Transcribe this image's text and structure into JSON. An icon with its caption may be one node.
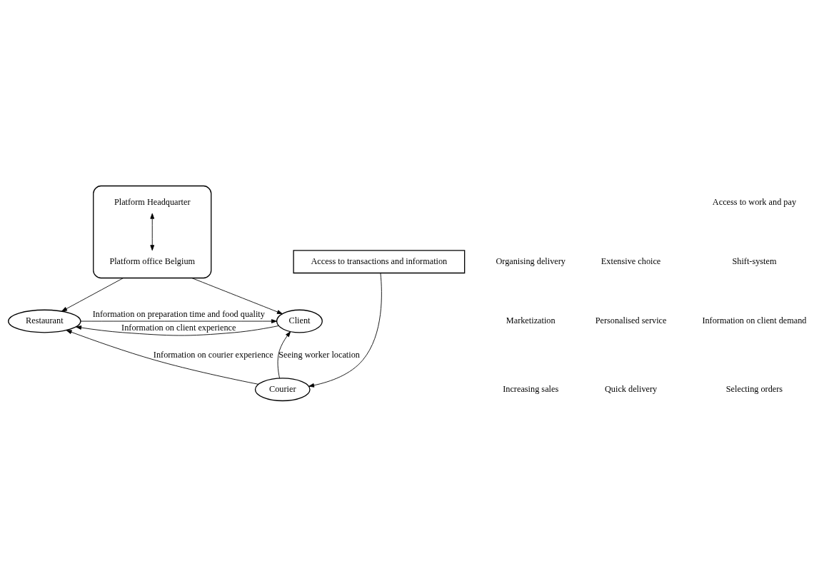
{
  "diagram": {
    "nodes": [
      {
        "text": [],
        "shape": "ellipse"
      },
      {
        "text": [
          "Platform Headquarter"
        ],
        "in": 0
      },
      {
        "text": [
          "Platform office Belgium"
        ],
        "in": 0
      },
      {
        "text": [
          "Access to transactions and information"
        ]
      },
      {
        "text": [
          "Restaurant"
        ]
      },
      {
        "text": [
          "Client"
        ]
      },
      {
        "text": [
          "Courier"
        ]
      }
    ],
    "edges": [
      {
        "from": 1,
        "to": 2,
        "arrow": "both"
      },
      {
        "from": 0,
        "to": 4,
        "arrow": "to"
      },
      {
        "from": 0,
        "to": 5,
        "arrow": "to"
      },
      {
        "from": 3,
        "to": 6,
        "arrow": "to"
      },
      {
        "from": 5,
        "to": 4,
        "arrow": "to",
        "label": "Information on client experience"
      },
      {
        "from": 4,
        "to": 5,
        "arrow": "to",
        "label": "Information on preparation time and food quality"
      },
      {
        "from": 6,
        "to": 4,
        "arrow": "to",
        "label": "Information on courier experience"
      },
      {
        "from": 6,
        "to": 5,
        "arrow": "to",
        "label": "Seeing worker location"
      }
    ],
    "labels": [
      "Organising delivery",
      "Marketization",
      "Increasing sales",
      "Extensive choice",
      "Personalised service",
      "Quick delivery",
      "Access to work and pay",
      "Shift-system",
      "Information on client demand",
      "Selecting orders"
    ]
  }
}
